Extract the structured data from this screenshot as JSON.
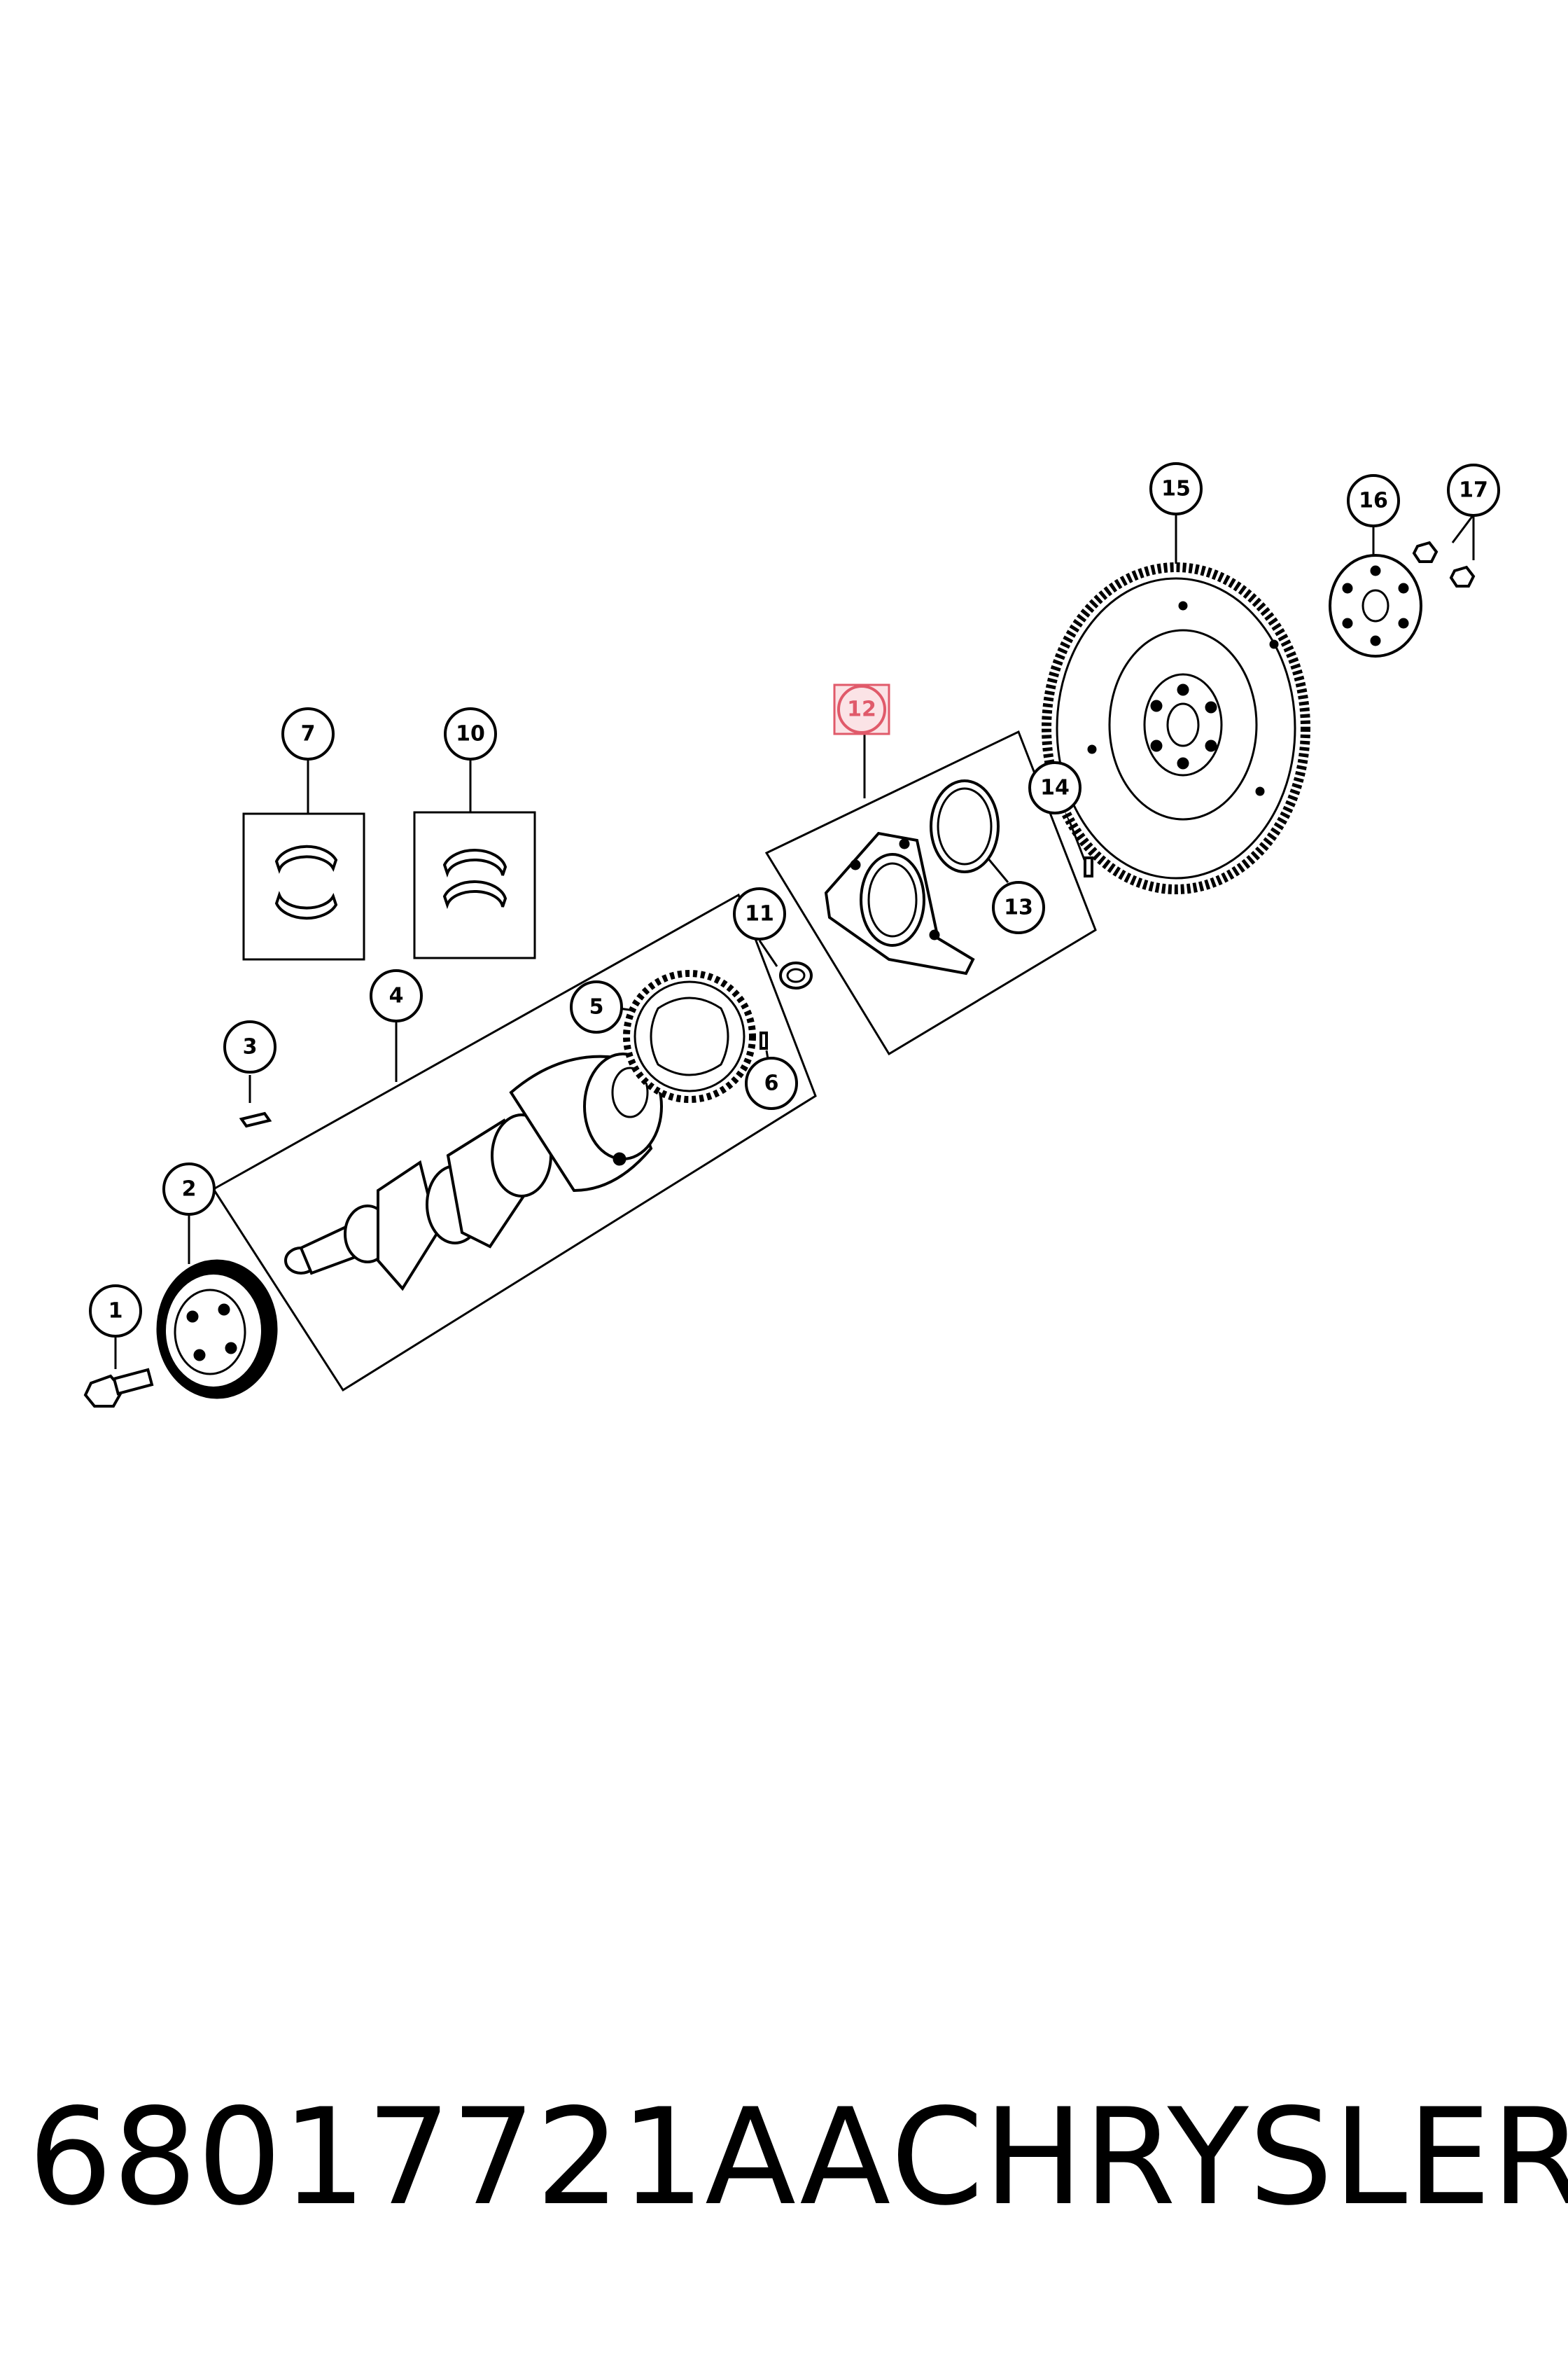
{
  "callouts": [
    {
      "id": "c1",
      "label": "1"
    },
    {
      "id": "c2",
      "label": "2"
    },
    {
      "id": "c3",
      "label": "3"
    },
    {
      "id": "c4",
      "label": "4"
    },
    {
      "id": "c5",
      "label": "5"
    },
    {
      "id": "c6",
      "label": "6"
    },
    {
      "id": "c7",
      "label": "7"
    },
    {
      "id": "c10",
      "label": "10"
    },
    {
      "id": "c11",
      "label": "11"
    },
    {
      "id": "c12",
      "label": "12"
    },
    {
      "id": "c13",
      "label": "13"
    },
    {
      "id": "c14",
      "label": "14"
    },
    {
      "id": "c15",
      "label": "15"
    },
    {
      "id": "c16",
      "label": "16"
    },
    {
      "id": "c17",
      "label": "17"
    }
  ],
  "highlight": {
    "callout": "12",
    "color": "#e05a6a",
    "fill": "#fbe3e6"
  },
  "caption": {
    "part_number": "68017721AA",
    "brand": "CHRYSLER"
  }
}
